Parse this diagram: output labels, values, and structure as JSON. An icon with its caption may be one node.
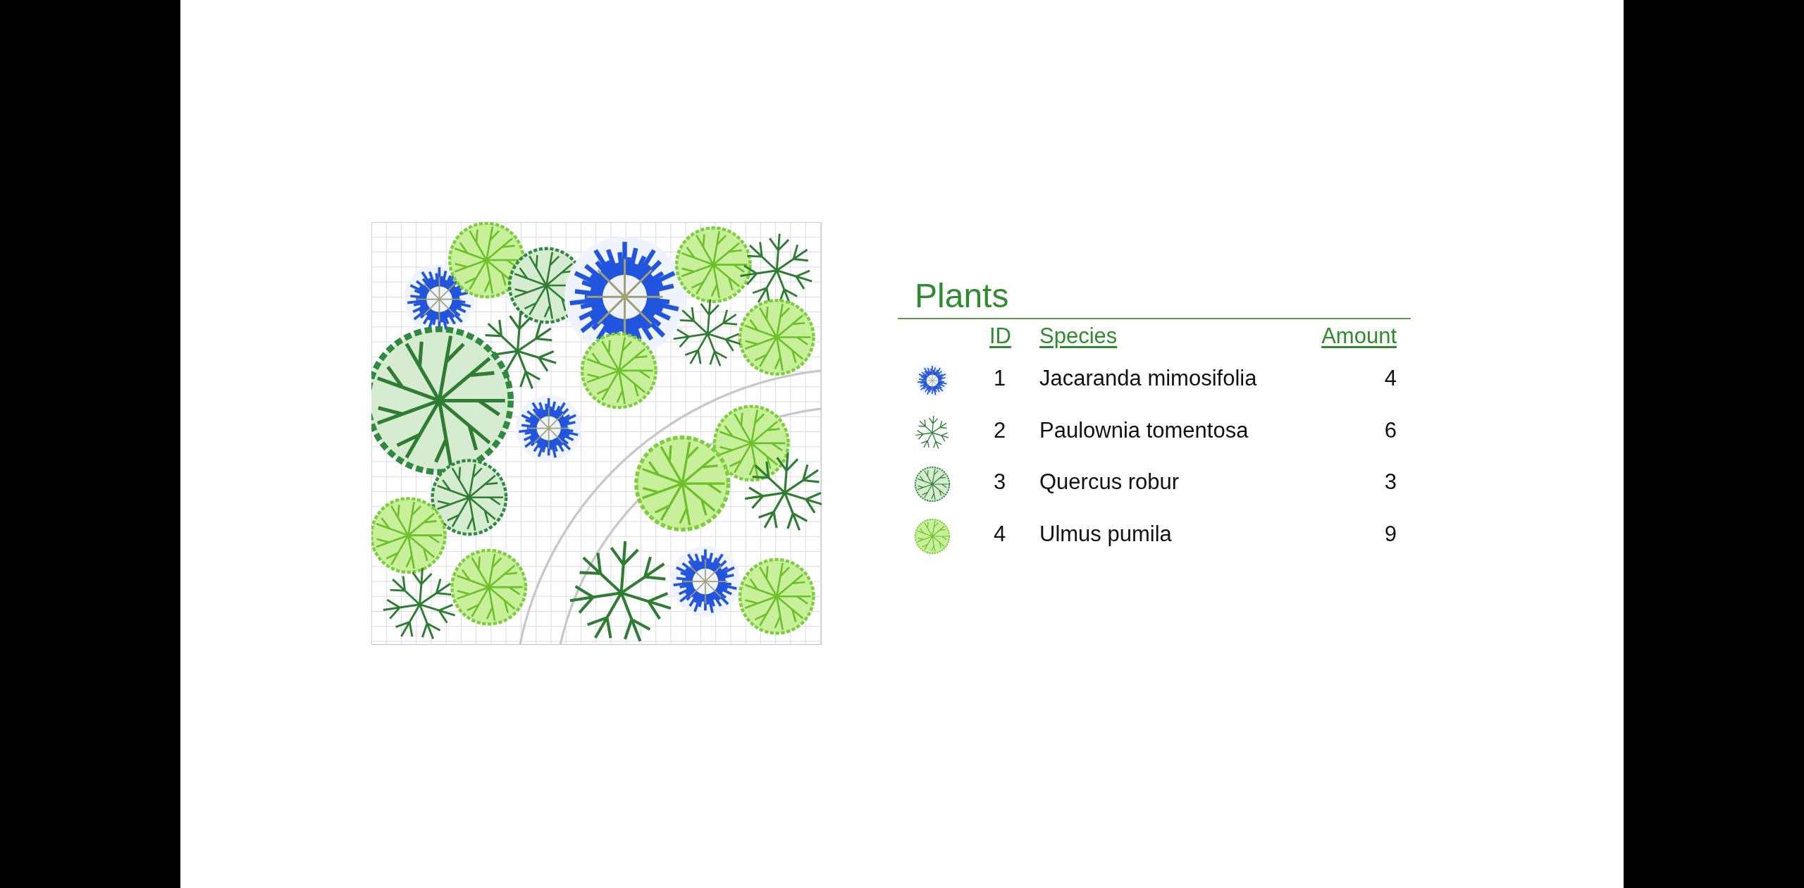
{
  "diagram": {
    "title": "Plants",
    "labels": [
      "ID",
      "Species",
      "Amount",
      "1",
      "Jacaranda mimosifolia",
      "4",
      "2",
      "Paulownia tomentosa",
      "6",
      "3",
      "Quercus robur",
      "3",
      "4",
      "Ulmus pumila",
      "9"
    ]
  }
}
